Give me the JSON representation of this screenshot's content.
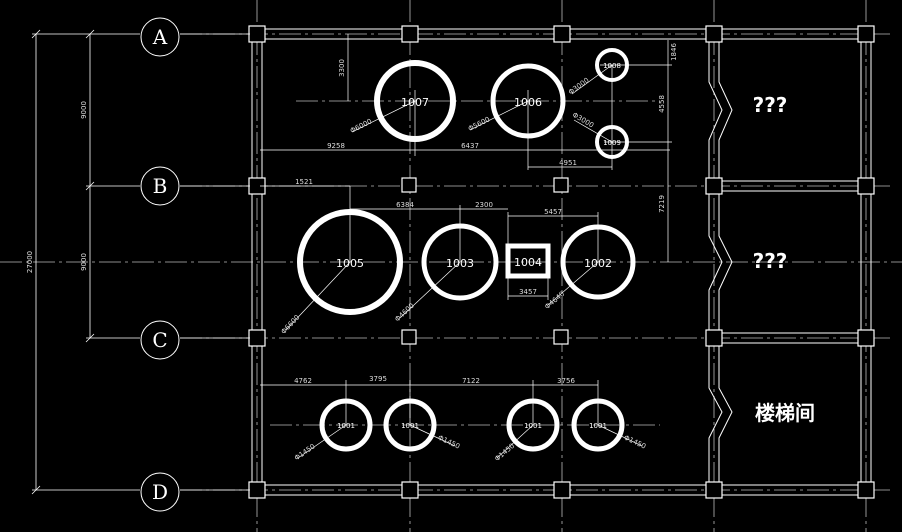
{
  "axes": [
    "A",
    "B",
    "C",
    "D"
  ],
  "rooms": {
    "unknown_1": "???",
    "unknown_2": "???",
    "stairwell": "楼梯间"
  },
  "tanks": {
    "t1007": "1007",
    "t1006": "1006",
    "t1008": "1008",
    "t1009": "1009",
    "t1005": "1005",
    "t1003": "1003",
    "t1004": "1004",
    "t1002": "1002",
    "t1001a": "1001",
    "t1001b": "1001",
    "t1001c": "1001",
    "t1001d": "1001"
  },
  "dims": {
    "total_height": "27000",
    "bay_ab": "9000",
    "bay_bc": "9000",
    "top_offset": "3300",
    "right_top": "1846",
    "right_mid": "4558",
    "right_low": "7219",
    "row1_left": "9258",
    "row1_mid": "6437",
    "row1_right": "4951",
    "row2_left": "1521",
    "row2_a": "6384",
    "row2_b": "2300",
    "row2_c": "5457",
    "row2_d": "3457",
    "row3_a": "4762",
    "row3_b": "3795",
    "row3_c": "7122",
    "row3_d": "3756",
    "phi_1007": "Φ6000",
    "phi_1006": "Φ5600",
    "phi_1008": "Φ3000",
    "phi_1009": "Φ3000",
    "phi_1005": "Φ6600",
    "phi_1003": "Φ4600",
    "phi_1002": "Φ4640",
    "phi_1001a": "Φ1450",
    "phi_1001b": "Φ1450",
    "phi_1001c": "Φ1450",
    "phi_1001d": "Φ1450"
  },
  "colors": {
    "background": "#000000",
    "lines": "#ffffff",
    "centerline": "#bbbbbb"
  }
}
